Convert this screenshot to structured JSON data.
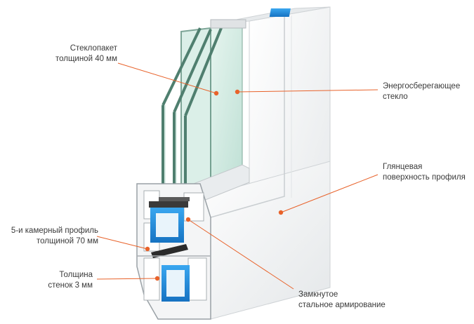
{
  "colors": {
    "accent": "#e8622a",
    "frame": "#eef0f1",
    "frame_shade": "#d9dcde",
    "glass": "#cfe9e1",
    "reinforcement": "#1e88d6"
  },
  "callouts": {
    "glass_unit": {
      "line1": "Стеклопакет",
      "line2": "толщиной 40 мм"
    },
    "energy_glass": {
      "line1": "Энергосберегающее",
      "line2": "стекло"
    },
    "glossy_surface": {
      "line1": "Глянцевая",
      "line2": "поверхность  профиля"
    },
    "chamber_profile": {
      "line1": "5-и камерный профиль",
      "line2": "толщиной 70 мм"
    },
    "wall_thickness": {
      "line1": "Толщина",
      "line2": "стенок 3 мм"
    },
    "steel_reinforcement": {
      "line1": "Замкнутое",
      "line2": "стальное армирование"
    }
  }
}
